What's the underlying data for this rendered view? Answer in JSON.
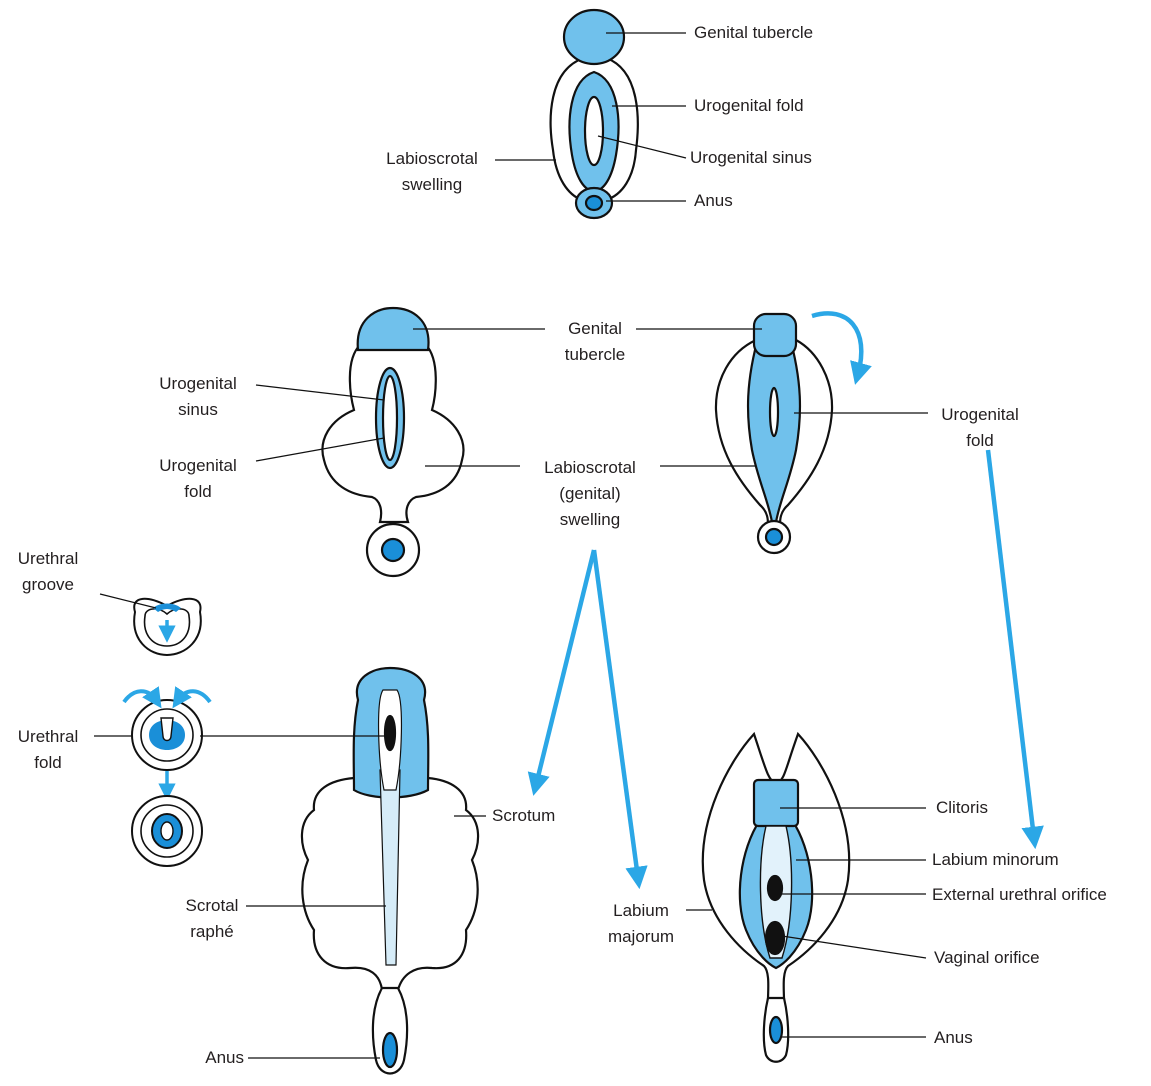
{
  "colors": {
    "tissue_blue": "#70c1ec",
    "arrow_blue": "#2ba7e6",
    "deep_blue": "#1a8fd8",
    "outline": "#111111",
    "orifice": "#111111"
  },
  "top": {
    "genital_tubercle": "Genital tubercle",
    "urogenital_fold": "Urogenital fold",
    "urogenital_sinus": "Urogenital sinus",
    "labioscrotal_swelling": [
      "Labioscrotal",
      "swelling"
    ],
    "anus": "Anus"
  },
  "middle": {
    "genital_tubercle": [
      "Genital",
      "tubercle"
    ],
    "urogenital_sinus": [
      "Urogenital",
      "sinus"
    ],
    "urogenital_fold_left": [
      "Urogenital",
      "fold"
    ],
    "labioscrotal_swelling": [
      "Labioscrotal",
      "(genital)",
      "swelling"
    ],
    "urogenital_fold_right": [
      "Urogenital",
      "fold"
    ]
  },
  "male": {
    "urethral_groove": [
      "Urethral",
      "groove"
    ],
    "urethral_fold": [
      "Urethral",
      "fold"
    ],
    "scrotum": "Scrotum",
    "scrotal_raphe": [
      "Scrotal",
      "raphé"
    ],
    "anus": "Anus"
  },
  "female": {
    "labium_majorum": [
      "Labium",
      "majorum"
    ],
    "clitoris": "Clitoris",
    "labium_minorum": "Labium minorum",
    "external_urethral_orifice": "External urethral orifice",
    "vaginal_orifice": "Vaginal orifice",
    "anus": "Anus"
  }
}
